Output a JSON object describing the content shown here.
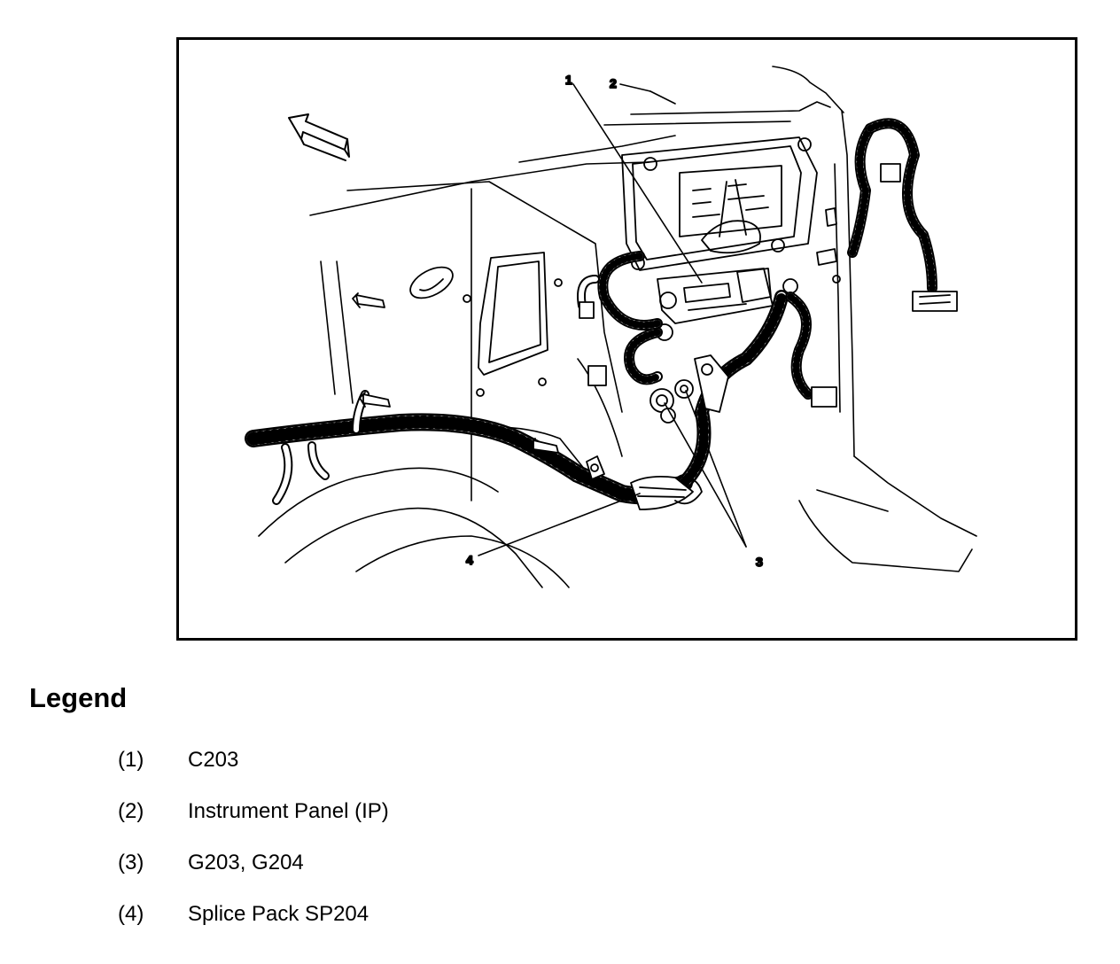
{
  "diagram": {
    "callouts": [
      "1",
      "2",
      "3",
      "4"
    ]
  },
  "legend": {
    "title": "Legend",
    "items": [
      {
        "number": "(1)",
        "text": "C203"
      },
      {
        "number": "(2)",
        "text": "Instrument Panel (IP)"
      },
      {
        "number": "(3)",
        "text": "G203, G204"
      },
      {
        "number": "(4)",
        "text": "Splice Pack SP204"
      }
    ]
  }
}
